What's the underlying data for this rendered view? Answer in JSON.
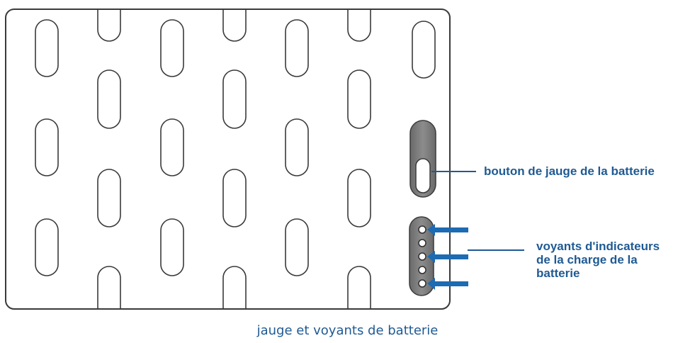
{
  "callouts": {
    "gauge_button": "bouton de jauge de la batterie",
    "indicator_lights": {
      "line1": "voyants d'indicateurs",
      "line2": "de la charge de la",
      "line3": "batterie"
    }
  },
  "caption": "jauge et voyants de batterie",
  "colors": {
    "outline": "#3a3a3a",
    "label": "#1f5a93",
    "arrow": "#1d6bb3",
    "panel": "#7d7d7d",
    "panel_dark": "#5e5e5e"
  },
  "led_count": 5,
  "icons": {
    "arrow": "arrow-left-icon",
    "button": "gauge-button-icon",
    "led": "led-indicator-icon"
  }
}
